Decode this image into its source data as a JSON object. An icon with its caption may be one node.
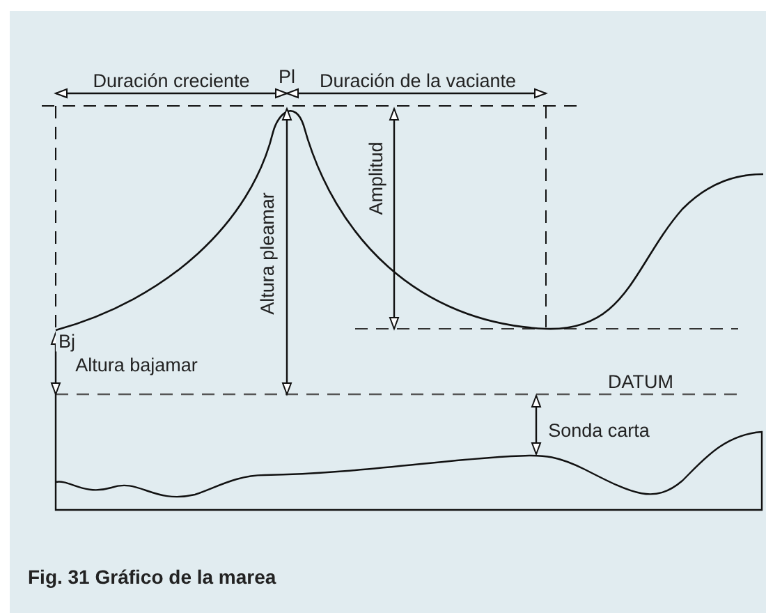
{
  "diagram": {
    "caption": "Fig. 31 Gráfico de la marea",
    "labels": [
      "Duración creciente",
      "Pl",
      "Duración de la vaciante",
      "Amplitud",
      "Altura pleamar",
      "Bj",
      "Altura bajamar",
      "DATUM",
      "Sonda carta"
    ]
  }
}
